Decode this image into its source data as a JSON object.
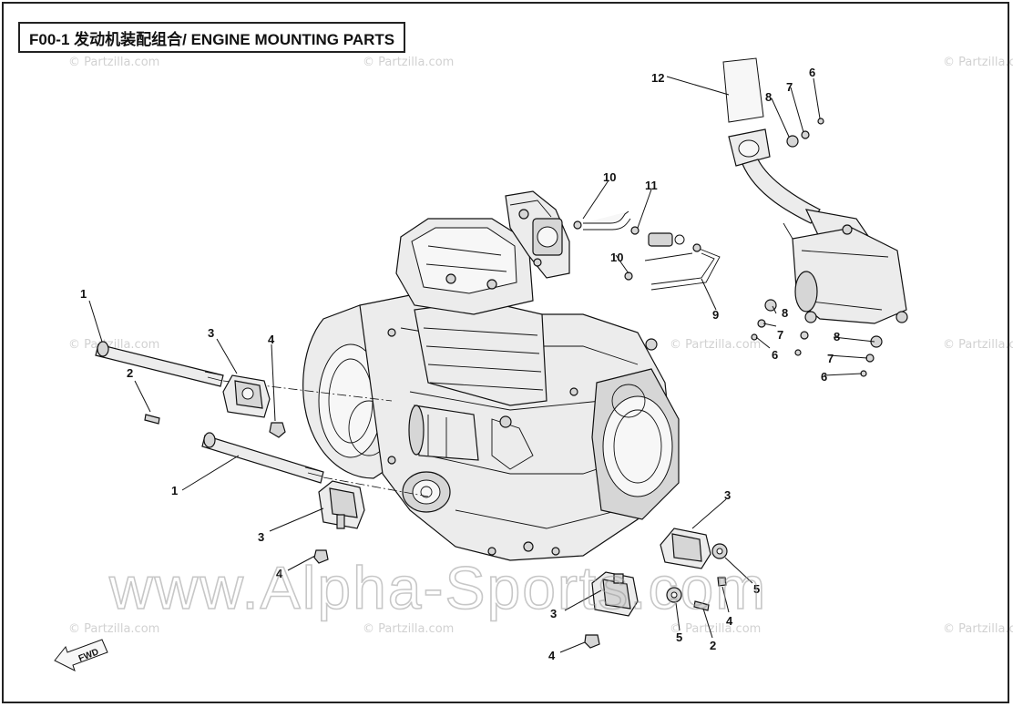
{
  "title": "F00-1 发动机装配组合/ ENGINE MOUNTING PARTS",
  "watermark_small": "© Partzilla.com",
  "watermark_large": "www.Alpha-Sports.com",
  "fwd_label": "FWD",
  "callouts": [
    {
      "id": "c1a",
      "label": "1"
    },
    {
      "id": "c1b",
      "label": "1"
    },
    {
      "id": "c2a",
      "label": "2"
    },
    {
      "id": "c2b",
      "label": "2"
    },
    {
      "id": "c3a",
      "label": "3"
    },
    {
      "id": "c3b",
      "label": "3"
    },
    {
      "id": "c3c",
      "label": "3"
    },
    {
      "id": "c3d",
      "label": "3"
    },
    {
      "id": "c4a",
      "label": "4"
    },
    {
      "id": "c4b",
      "label": "4"
    },
    {
      "id": "c4c",
      "label": "4"
    },
    {
      "id": "c4d",
      "label": "4"
    },
    {
      "id": "c5a",
      "label": "5"
    },
    {
      "id": "c5b",
      "label": "5"
    },
    {
      "id": "c6a",
      "label": "6"
    },
    {
      "id": "c6b",
      "label": "6"
    },
    {
      "id": "c6c",
      "label": "6"
    },
    {
      "id": "c7a",
      "label": "7"
    },
    {
      "id": "c7b",
      "label": "7"
    },
    {
      "id": "c7c",
      "label": "7"
    },
    {
      "id": "c8a",
      "label": "8"
    },
    {
      "id": "c8b",
      "label": "8"
    },
    {
      "id": "c8c",
      "label": "8"
    },
    {
      "id": "c9",
      "label": "9"
    },
    {
      "id": "c10a",
      "label": "10"
    },
    {
      "id": "c10b",
      "label": "10"
    },
    {
      "id": "c11",
      "label": "11"
    },
    {
      "id": "c12",
      "label": "12"
    }
  ]
}
